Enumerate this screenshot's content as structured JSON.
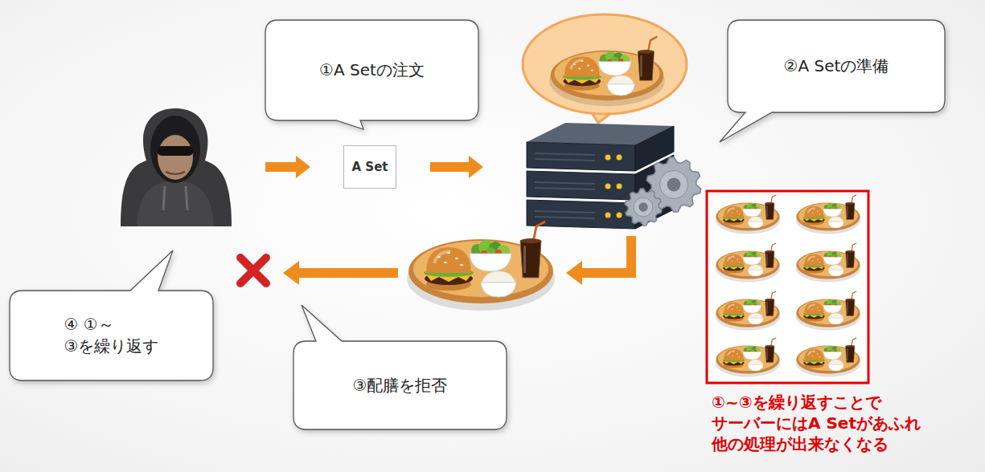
{
  "diagram": {
    "nodes": [
      {
        "text": [
          "①A Setの注文"
        ]
      },
      {
        "text": [
          "A Set"
        ]
      },
      {
        "text": [
          "②A Setの準備"
        ]
      },
      {
        "text": [
          "④ ①～③を繰り返す"
        ]
      },
      {
        "text": [
          "③配膳を拒否"
        ]
      }
    ],
    "labels": [
      "①~③を繰り返すことで サーバーにはA Setがあふれ 他の処理が出来なくなる"
    ]
  }
}
